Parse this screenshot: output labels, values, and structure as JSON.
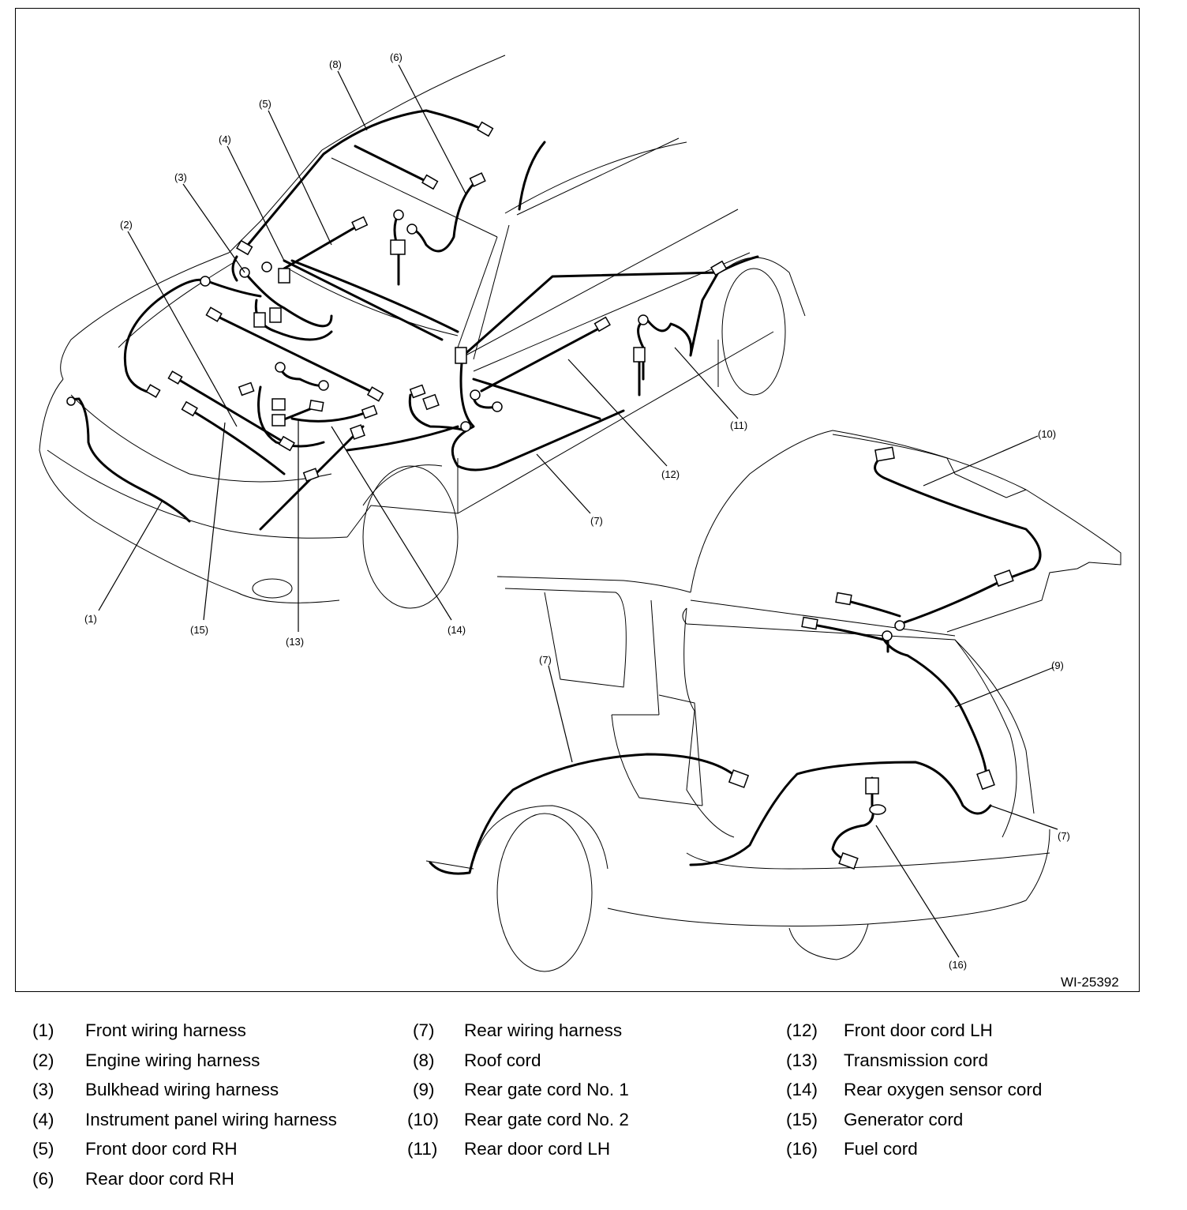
{
  "figure": {
    "id_label": "WI-25392",
    "callouts": [
      "(1)",
      "(2)",
      "(3)",
      "(4)",
      "(5)",
      "(6)",
      "(7)",
      "(8)",
      "(9)",
      "(10)",
      "(11)",
      "(12)",
      "(13)",
      "(14)",
      "(15)",
      "(16)"
    ]
  },
  "legend": {
    "columns": [
      [
        {
          "num": "(1)",
          "label": "Front wiring harness"
        },
        {
          "num": "(2)",
          "label": "Engine wiring harness"
        },
        {
          "num": "(3)",
          "label": "Bulkhead wiring harness"
        },
        {
          "num": "(4)",
          "label": "Instrument panel wiring harness"
        },
        {
          "num": "(5)",
          "label": "Front door cord RH"
        },
        {
          "num": "(6)",
          "label": "Rear door cord RH"
        }
      ],
      [
        {
          "num": "(7)",
          "label": "Rear wiring harness"
        },
        {
          "num": "(8)",
          "label": "Roof cord"
        },
        {
          "num": "(9)",
          "label": "Rear gate cord No. 1"
        },
        {
          "num": "(10)",
          "label": "Rear gate cord No. 2"
        },
        {
          "num": "(11)",
          "label": "Rear door cord LH"
        }
      ],
      [
        {
          "num": "(12)",
          "label": "Front door cord LH"
        },
        {
          "num": "(13)",
          "label": "Transmission cord"
        },
        {
          "num": "(14)",
          "label": "Rear oxygen sensor cord"
        },
        {
          "num": "(15)",
          "label": "Generator cord"
        },
        {
          "num": "(16)",
          "label": "Fuel cord"
        }
      ]
    ]
  }
}
